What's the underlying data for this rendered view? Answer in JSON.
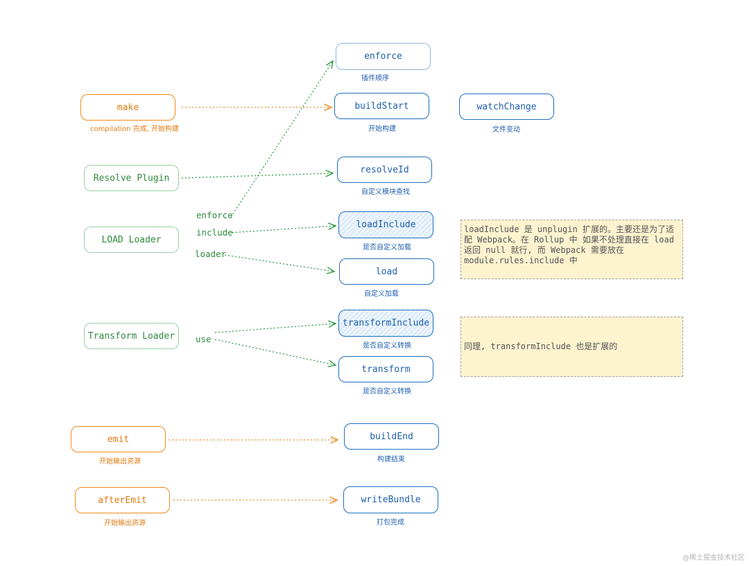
{
  "colors": {
    "blue": "#1f6fc0",
    "orange": "#ef8a1c",
    "green": "#2f9e44",
    "note_bg": "#fdf3cf"
  },
  "nodes": {
    "enforce": "enforce",
    "buildStart": "buildStart",
    "watchChange": "watchChange",
    "resolveId": "resolveId",
    "loadInclude": "loadInclude",
    "load": "load",
    "transformInclude": "transformInclude",
    "transform": "transform",
    "buildEnd": "buildEnd",
    "writeBundle": "writeBundle",
    "make": "make",
    "resolvePlugin": "Resolve Plugin",
    "loadLoader": "LOAD Loader",
    "transformLoader": "Transform Loader",
    "emit": "emit",
    "afterEmit": "afterEmit"
  },
  "captions": {
    "enforce": "插件顺序",
    "buildStart": "开始构建",
    "watchChange": "文件变动",
    "resolveId": "自定义模块查找",
    "loadInclude": "是否自定义加载",
    "load": "自定义加载",
    "transformInclude": "是否自定义转换",
    "transform": "是否自定义转换",
    "buildEnd": "构建结束",
    "writeBundle": "打包完成",
    "make": "compilation 完成, 开始构建",
    "emit": "开始输出资源",
    "afterEmit": "开始输出资源"
  },
  "edge_labels": {
    "enforce": "enforce",
    "include": "include",
    "loader": "loader",
    "use": "use"
  },
  "notes": {
    "loadInclude": "loadInclude 是 unplugin 扩展的。主要还是为了适配 Webpack。在 Rollup 中 如果不处理直接在 load 返回 null 就行, 而 Webpack 需要放在 module.rules.include 中",
    "transformInclude": "同理, transformInclude 也是扩展的"
  },
  "watermark": "@稀土掘金技术社区"
}
